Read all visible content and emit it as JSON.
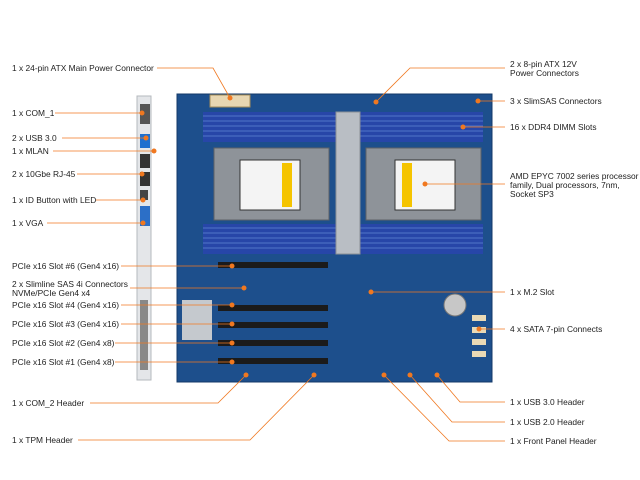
{
  "figure": {
    "subject": "Server motherboard layout diagram",
    "accent_color": "#f07820",
    "board_color": "#1d4f8c"
  },
  "callouts_left": [
    {
      "id": "atx-24pin",
      "text": "1 x 24-pin ATX Main Power Connector"
    },
    {
      "id": "com1",
      "text": "1 x COM_1"
    },
    {
      "id": "usb30",
      "text": "2 x USB 3.0"
    },
    {
      "id": "mlan",
      "text": "1 x MLAN"
    },
    {
      "id": "rj45",
      "text": "2 x 10Gbe RJ-45"
    },
    {
      "id": "id-button",
      "text": "1 x ID Button with LED"
    },
    {
      "id": "vga",
      "text": "1 x VGA"
    },
    {
      "id": "pcie6",
      "text": "PCIe x16 Slot #6 (Gen4 x16)"
    },
    {
      "id": "slimline-1",
      "text": "2 x Slimline SAS 4i Connectors"
    },
    {
      "id": "slimline-2",
      "text": "NVMe/PCIe Gen4 x4"
    },
    {
      "id": "pcie4",
      "text": "PCIe x16 Slot #4 (Gen4 x16)"
    },
    {
      "id": "pcie3",
      "text": "PCIe x16 Slot #3 (Gen4 x16)"
    },
    {
      "id": "pcie2",
      "text": "PCIe x16 Slot #2 (Gen4 x8)"
    },
    {
      "id": "pcie1",
      "text": "PCIe x16 Slot #1 (Gen4 x8)"
    },
    {
      "id": "com2",
      "text": "1 x COM_2 Header"
    },
    {
      "id": "tpm",
      "text": "1 x TPM Header"
    }
  ],
  "callouts_right": [
    {
      "id": "atx12v-1",
      "text": "2 x 8-pin ATX 12V"
    },
    {
      "id": "atx12v-2",
      "text": "Power Connectors"
    },
    {
      "id": "slimsas",
      "text": "3 x SlimSAS Connectors"
    },
    {
      "id": "dimm",
      "text": "16 x DDR4 DIMM Slots"
    },
    {
      "id": "cpu-1",
      "text": "AMD EPYC 7002 series processor"
    },
    {
      "id": "cpu-2",
      "text": "family, Dual processors, 7nm,"
    },
    {
      "id": "cpu-3",
      "text": "Socket SP3"
    },
    {
      "id": "m2",
      "text": "1 x M.2 Slot"
    },
    {
      "id": "sata",
      "text": "4 x SATA 7-pin Connects"
    },
    {
      "id": "usb30-hdr",
      "text": "1 x USB 3.0 Header"
    },
    {
      "id": "usb20-hdr",
      "text": "1 x USB 2.0 Header"
    },
    {
      "id": "front-panel",
      "text": "1 x Front Panel Header"
    }
  ]
}
